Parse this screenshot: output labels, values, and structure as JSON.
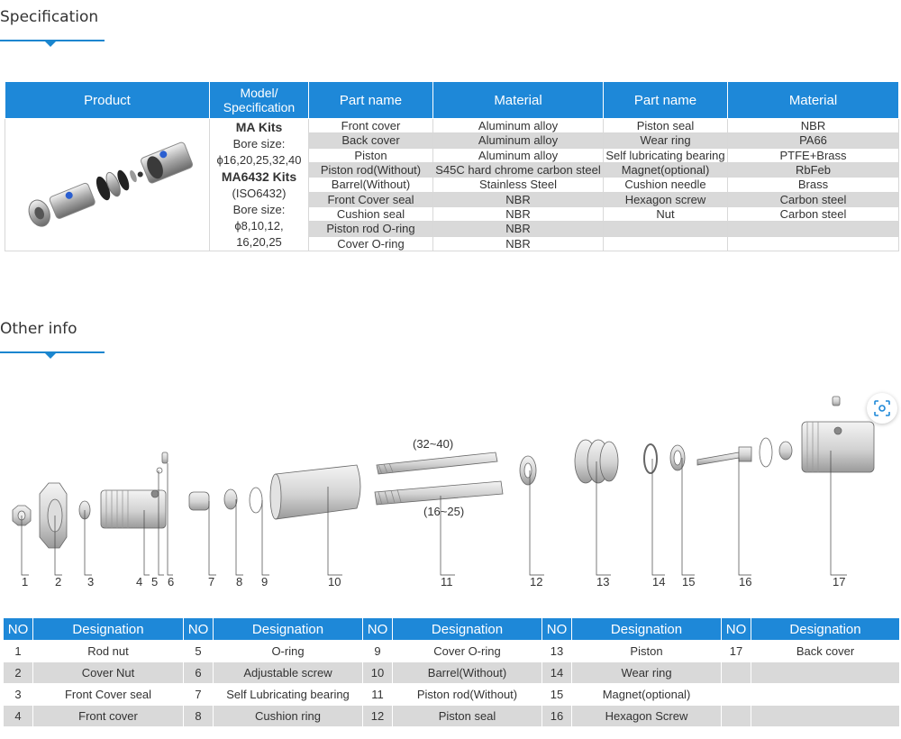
{
  "sections": {
    "specification": "Specification",
    "other_info": "Other info"
  },
  "spec_table": {
    "headers": [
      "Product",
      "Model/\nSpecification",
      "Part name",
      "Material",
      "Part name",
      "Material"
    ],
    "model": {
      "kit1": "MA Kits",
      "kit1_bore_label": "Bore size:",
      "kit1_bore": "ϕ16,20,25,32,40",
      "kit2": "MA6432 Kits",
      "kit2_std": "(ISO6432)",
      "kit2_bore_label": "Bore size:",
      "kit2_bore_a": "ϕ8,10,12,",
      "kit2_bore_b": "16,20,25"
    },
    "rows": [
      [
        "Front cover",
        "Aluminum alloy",
        "Piston seal",
        "NBR"
      ],
      [
        "Back cover",
        "Aluminum alloy",
        "Wear ring",
        "PA66"
      ],
      [
        "Piston",
        "Aluminum alloy",
        "Self lubricating bearing",
        "PTFE+Brass"
      ],
      [
        "Piston rod(Without)",
        "S45C hard chrome carbon steel",
        "Magnet(optional)",
        "RbFeb"
      ],
      [
        "Barrel(Without)",
        "Stainless Steel",
        "Cushion needle",
        "Brass"
      ],
      [
        "Front Cover seal",
        "NBR",
        "Hexagon screw",
        "Carbon steel"
      ],
      [
        "Cushion seal",
        "NBR",
        "Nut",
        "Carbon steel"
      ],
      [
        "Piston rod O-ring",
        "NBR",
        "",
        ""
      ],
      [
        "Cover O-ring",
        "NBR",
        "",
        ""
      ]
    ]
  },
  "diagram": {
    "range_top": "(32~40)",
    "range_bottom": "(16~25)",
    "callouts": [
      "1",
      "2",
      "3",
      "4",
      "5",
      "6",
      "7",
      "8",
      "9",
      "10",
      "11",
      "12",
      "13",
      "14",
      "15",
      "16",
      "17"
    ]
  },
  "designation_table": {
    "no_label": "NO",
    "designation_label": "Designation",
    "rows": [
      [
        [
          "1",
          "Rod nut"
        ],
        [
          "5",
          "O-ring"
        ],
        [
          "9",
          "Cover O-ring"
        ],
        [
          "13",
          "Piston"
        ],
        [
          "17",
          "Back cover"
        ]
      ],
      [
        [
          "2",
          "Cover Nut"
        ],
        [
          "6",
          "Adjustable screw"
        ],
        [
          "10",
          "Barrel(Without)"
        ],
        [
          "14",
          "Wear ring"
        ],
        [
          "",
          ""
        ]
      ],
      [
        [
          "3",
          "Front Cover seal"
        ],
        [
          "7",
          "Self Lubricating bearing"
        ],
        [
          "11",
          "Piston rod(Without)"
        ],
        [
          "15",
          "Magnet(optional)"
        ],
        [
          "",
          ""
        ]
      ],
      [
        [
          "4",
          "Front cover"
        ],
        [
          "8",
          "Cushion ring"
        ],
        [
          "12",
          "Piston seal"
        ],
        [
          "16",
          "Hexagon Screw"
        ],
        [
          "",
          ""
        ]
      ]
    ]
  },
  "icons": {
    "scan": "scan-image-icon",
    "product": "cylinder-kit-image"
  },
  "colors": {
    "accent": "#1e88d8",
    "row_alt": "#d9d9d9"
  }
}
